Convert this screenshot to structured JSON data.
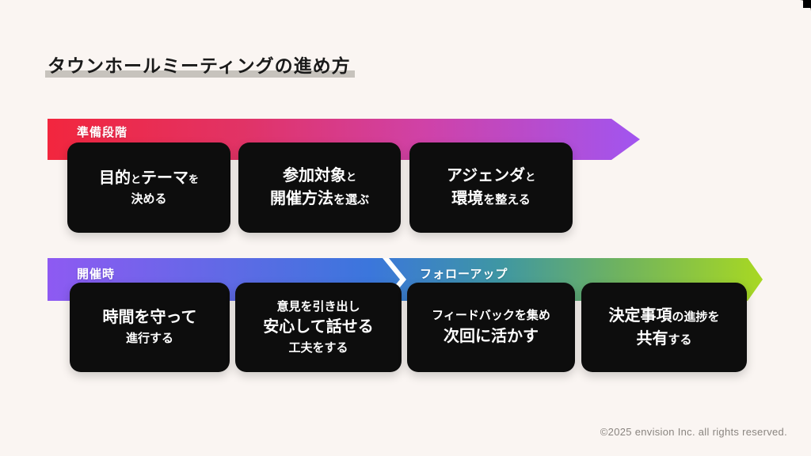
{
  "title": {
    "text": "タウンホールミーティングの進め方"
  },
  "footer": {
    "text": "©2025 envision Inc. all rights reserved."
  },
  "colors": {
    "page_bg": "#faf5f2",
    "card_bg": "#0d0d0d",
    "card_text": "#ffffff",
    "title_text": "#1a1a1a",
    "title_underline": "#c7c3bd",
    "band_label_text": "#ffffff",
    "divider": "#ffffff",
    "footer_text": "#8a8580",
    "band1_gradient": [
      "#f2263e",
      "#e13366",
      "#cf42a8",
      "#a155f0"
    ],
    "band2_gradient": [
      "#8e5af2",
      "#3b76dc",
      "#3e96a4",
      "#6fb35f",
      "#a8d822"
    ]
  },
  "rows": [
    {
      "band": {
        "labels": [
          {
            "text": "準備段階"
          }
        ]
      },
      "cards": [
        {
          "name": "define-purpose-theme",
          "lines": [
            [
              {
                "text": "目的",
                "size": "lg"
              },
              {
                "text": "と",
                "size": "sm"
              },
              {
                "text": "テーマ",
                "size": "lg"
              },
              {
                "text": "を",
                "size": "sm"
              }
            ],
            [
              {
                "text": "決める",
                "size": "md"
              }
            ]
          ]
        },
        {
          "name": "choose-participants-format",
          "lines": [
            [
              {
                "text": "参加対象",
                "size": "lg"
              },
              {
                "text": "と",
                "size": "sm"
              }
            ],
            [
              {
                "text": "開催方法",
                "size": "lg"
              },
              {
                "text": "を選ぶ",
                "size": "md"
              }
            ]
          ]
        },
        {
          "name": "prepare-agenda-environment",
          "lines": [
            [
              {
                "text": "アジェンダ",
                "size": "lg"
              },
              {
                "text": "と",
                "size": "sm"
              }
            ],
            [
              {
                "text": "環境",
                "size": "lg"
              },
              {
                "text": "を整える",
                "size": "md"
              }
            ]
          ]
        }
      ]
    },
    {
      "band": {
        "labels": [
          {
            "text": "開催時"
          },
          {
            "text": "フォローアップ"
          }
        ]
      },
      "cards": [
        {
          "name": "keep-time",
          "lines": [
            [
              {
                "text": "時間を守って",
                "size": "lg"
              }
            ],
            [
              {
                "text": "進行する",
                "size": "md"
              }
            ]
          ]
        },
        {
          "name": "safe-to-speak",
          "lines": [
            [
              {
                "text": "意見を引き出し",
                "size": "md"
              }
            ],
            [
              {
                "text": "安心して話せる",
                "size": "lg"
              }
            ],
            [
              {
                "text": "工夫をする",
                "size": "md"
              }
            ]
          ]
        },
        {
          "name": "collect-feedback",
          "lines": [
            [
              {
                "text": "フィードバックを集め",
                "size": "md"
              }
            ],
            [
              {
                "text": "次回に活かす",
                "size": "lg"
              }
            ]
          ]
        },
        {
          "name": "share-progress",
          "lines": [
            [
              {
                "text": "決定事項",
                "size": "lg"
              },
              {
                "text": "の進捗を",
                "size": "md"
              }
            ],
            [
              {
                "text": "共有",
                "size": "lg"
              },
              {
                "text": "する",
                "size": "md"
              }
            ]
          ]
        }
      ]
    }
  ]
}
